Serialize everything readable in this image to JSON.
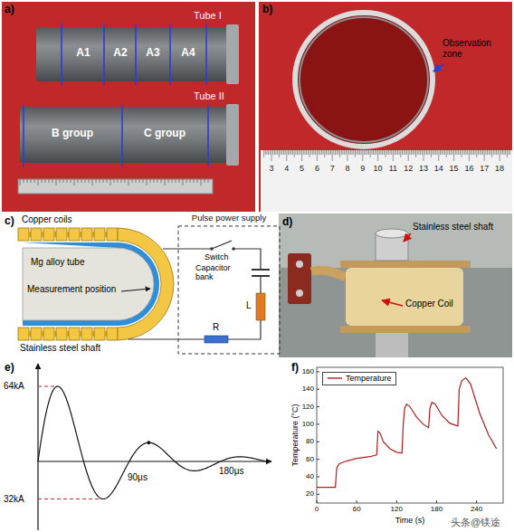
{
  "diagram": {
    "nodes": [
      {
        "text": [
          "Pulse power supply"
        ]
      }
    ],
    "labels": [
      "a)",
      "Tube I",
      "A1",
      "A2",
      "A3",
      "A4",
      "Tube II",
      "B group",
      "C group",
      "b)",
      "Observation zone",
      "3",
      "4",
      "5",
      "6",
      "7",
      "8",
      "9",
      "10",
      "11",
      "12",
      "13",
      "14",
      "15",
      "16",
      "17",
      "18",
      "c)",
      "Copper coils",
      "Switch",
      "Capacitor bank",
      "L",
      "R",
      "Mg alloy tube",
      "Measurement position",
      "Stainless steel shaft",
      "d)",
      "Stainless steel shaft",
      "Copper Coil",
      "e)",
      "64kA",
      "32kA",
      "90μs",
      "180μs",
      "f)",
      "Temperature (°C)",
      "20",
      "40",
      "60",
      "80",
      "100",
      "120",
      "140",
      "160",
      "0",
      "60",
      "120",
      "180",
      "240",
      "Time (s)",
      "头条@镁途"
    ],
    "legend": [
      {
        "text": "Temperature"
      }
    ]
  }
}
